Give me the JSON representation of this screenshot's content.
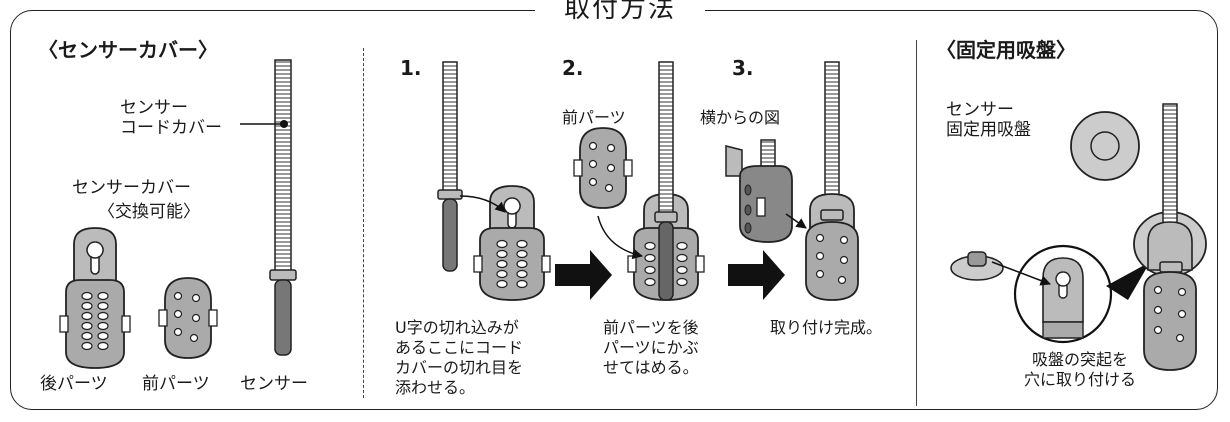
{
  "header": {
    "title": "取付方法"
  },
  "left": {
    "heading": "〈センサーカバー〉",
    "cord_cover_label": "センサー\nコードカバー",
    "cover_label": "センサーカバー",
    "cover_sub": "〈交換可能〉",
    "part_back": "後パーツ",
    "part_front": "前パーツ",
    "part_sensor": "センサー"
  },
  "steps": [
    {
      "num": "1.",
      "caption": "U字の切れ込みが\nあるここにコード\nカバーの切れ目を\n添わせる。"
    },
    {
      "num": "2.",
      "part_label": "前パーツ",
      "caption": "前パーツを後\nパーツにかぶ\nせてはめる。"
    },
    {
      "num": "3.",
      "side_label": "横からの図",
      "caption": "取り付け完成。"
    }
  ],
  "right": {
    "heading": "〈固定用吸盤〉",
    "suction_label": "センサー\n固定用吸盤",
    "caption": "吸盤の突起を\n穴に取り付ける"
  }
}
